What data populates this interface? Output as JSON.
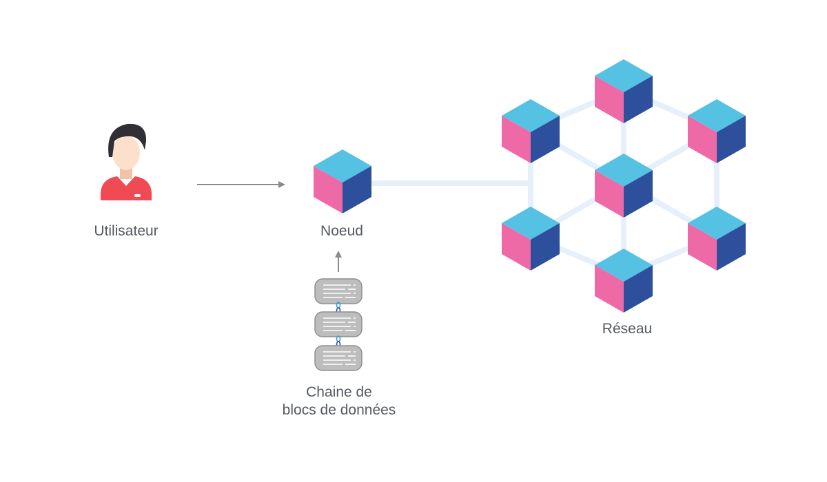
{
  "labels": {
    "user": "Utilisateur",
    "node": "Noeud",
    "chain_line1": "Chaine de",
    "chain_line2": "blocs de données",
    "network": "Réseau"
  },
  "icons": {
    "user": "user-avatar-icon",
    "node": "node-cube-icon",
    "block": "data-block-icon",
    "link": "chain-link-icon",
    "network_node": "network-cube-icon"
  },
  "colors": {
    "cube_top": "#55c2e4",
    "cube_left": "#ee6aa7",
    "cube_right": "#2d4f9c",
    "connector": "#e6f0fa",
    "arrow": "#8a8a8a",
    "block_fill": "#bdbdbd",
    "text": "#555a60",
    "avatar_hair": "#2f2f35",
    "avatar_skin": "#fde0cc",
    "avatar_shirt": "#f04a55"
  }
}
